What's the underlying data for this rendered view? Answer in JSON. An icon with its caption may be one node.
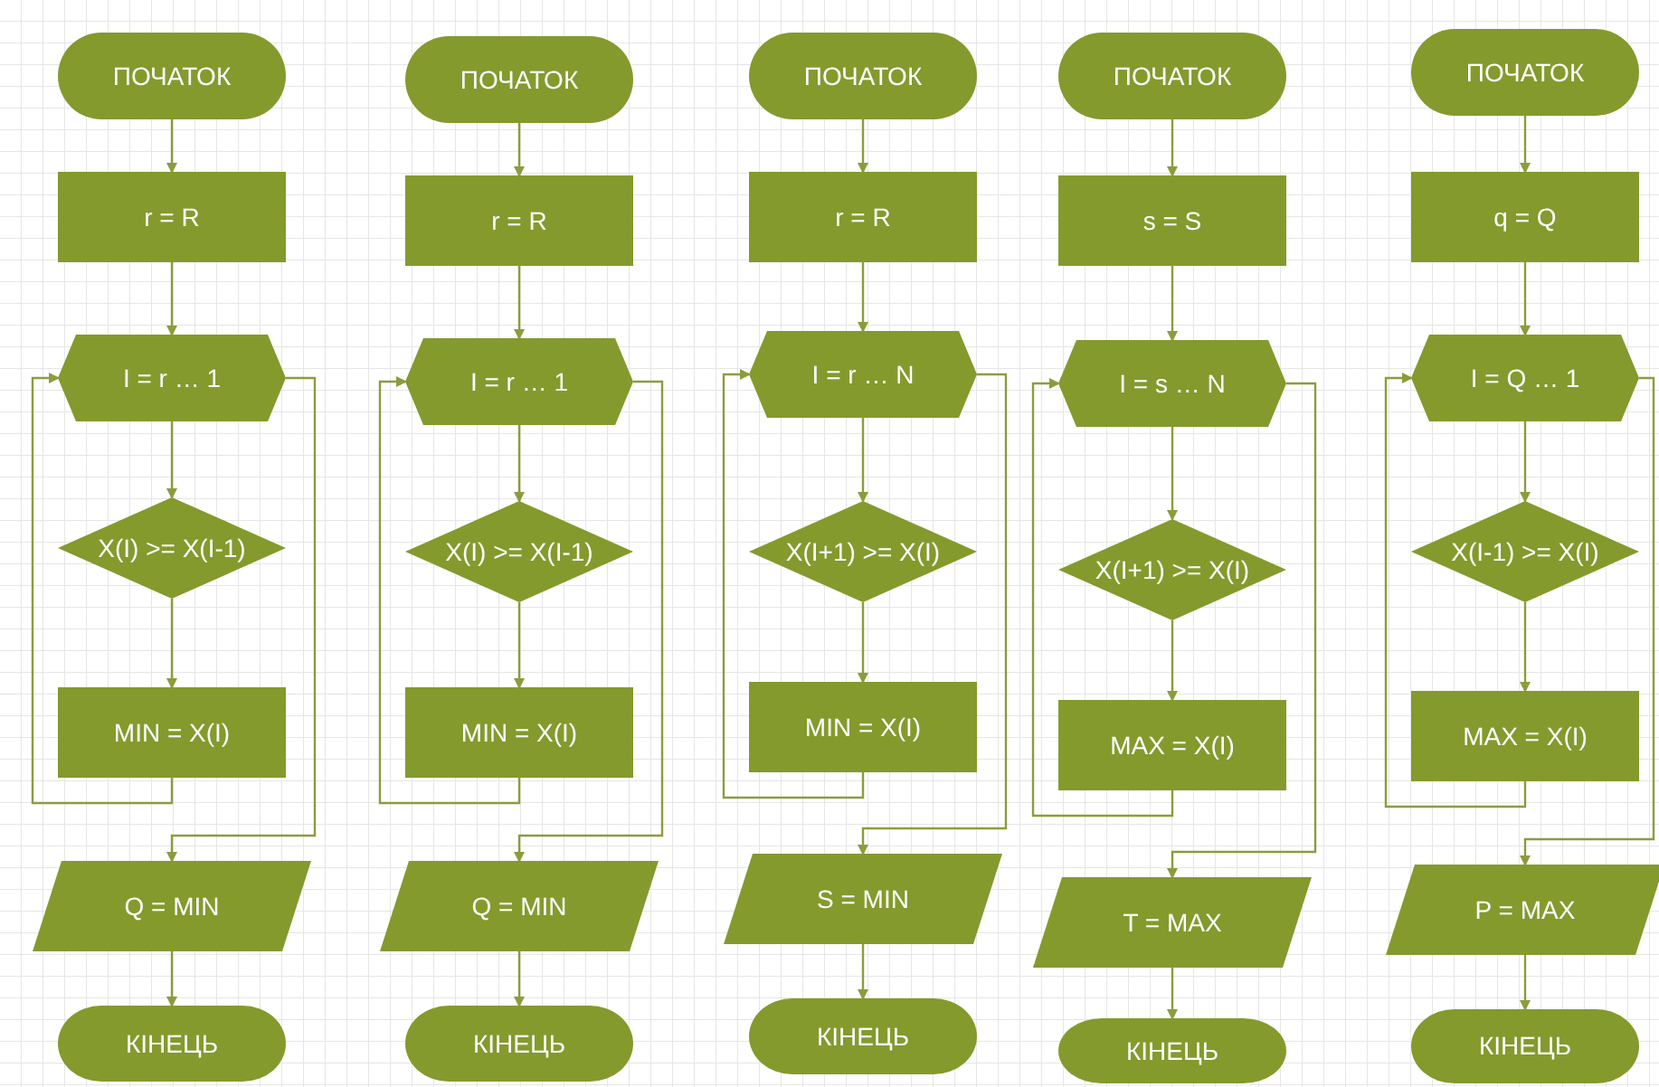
{
  "diagram": {
    "nodes": [
      {
        "text": [
          "ПОЧАТОК"
        ]
      },
      {
        "text": [
          "r = R"
        ]
      },
      {
        "text": [
          "I = r … 1"
        ]
      },
      {
        "text": [
          "X(I) >= X(I-1)"
        ]
      },
      {
        "text": [
          "MIN = X(I)"
        ]
      },
      {
        "text": [
          "Q = MIN"
        ]
      },
      {
        "text": [
          "КІНЕЦЬ"
        ]
      },
      {
        "text": [
          "ПОЧАТОК"
        ]
      },
      {
        "text": [
          "r = R"
        ]
      },
      {
        "text": [
          "I = r … 1"
        ]
      },
      {
        "text": [
          "X(I) >= X(I-1)"
        ]
      },
      {
        "text": [
          "MIN = X(I)"
        ]
      },
      {
        "text": [
          "Q = MIN"
        ]
      },
      {
        "text": [
          "КІНЕЦЬ"
        ]
      },
      {
        "text": [
          "ПОЧАТОК"
        ]
      },
      {
        "text": [
          "r = R"
        ]
      },
      {
        "text": [
          "I = r … N"
        ]
      },
      {
        "text": [
          "X(I+1) >= X(I)"
        ]
      },
      {
        "text": [
          "MIN = X(I)"
        ]
      },
      {
        "text": [
          "S = MIN"
        ]
      },
      {
        "text": [
          "КІНЕЦЬ"
        ]
      },
      {
        "text": [
          "ПОЧАТОК"
        ]
      },
      {
        "text": [
          "s = S"
        ]
      },
      {
        "text": [
          "I = s … N"
        ]
      },
      {
        "text": [
          "X(I+1) >= X(I)"
        ]
      },
      {
        "text": [
          "MAX = X(I)"
        ]
      },
      {
        "text": [
          "T = MAX"
        ]
      },
      {
        "text": [
          "КІНЕЦЬ"
        ]
      },
      {
        "text": [
          "ПОЧАТОК"
        ]
      },
      {
        "text": [
          "q = Q"
        ]
      },
      {
        "text": [
          "I = Q … 1"
        ]
      },
      {
        "text": [
          "X(I-1) >= X(I)"
        ]
      },
      {
        "text": [
          "MAX = X(I)"
        ]
      },
      {
        "text": [
          "P = MAX"
        ]
      },
      {
        "text": [
          "КІНЕЦЬ"
        ]
      }
    ],
    "edges": [
      {
        "from": 0,
        "to": 1,
        "arrow": "to"
      },
      {
        "from": 1,
        "to": 2,
        "arrow": "to"
      },
      {
        "from": 2,
        "to": 3,
        "arrow": "to"
      },
      {
        "from": 3,
        "to": 4,
        "arrow": "to"
      },
      {
        "from": 4,
        "to": 2,
        "arrow": "to"
      },
      {
        "from": 2,
        "to": 5,
        "arrow": "to"
      },
      {
        "from": 5,
        "to": 6,
        "arrow": "to"
      },
      {
        "from": 7,
        "to": 8,
        "arrow": "to"
      },
      {
        "from": 8,
        "to": 9,
        "arrow": "to"
      },
      {
        "from": 9,
        "to": 10,
        "arrow": "to"
      },
      {
        "from": 10,
        "to": 11,
        "arrow": "to"
      },
      {
        "from": 11,
        "to": 9,
        "arrow": "to"
      },
      {
        "from": 9,
        "to": 12,
        "arrow": "to"
      },
      {
        "from": 12,
        "to": 13,
        "arrow": "to"
      },
      {
        "from": 14,
        "to": 15,
        "arrow": "to"
      },
      {
        "from": 15,
        "to": 16,
        "arrow": "to"
      },
      {
        "from": 16,
        "to": 17,
        "arrow": "to"
      },
      {
        "from": 17,
        "to": 18,
        "arrow": "to"
      },
      {
        "from": 18,
        "to": 16,
        "arrow": "to"
      },
      {
        "from": 16,
        "to": 19,
        "arrow": "to"
      },
      {
        "from": 19,
        "to": 20,
        "arrow": "to"
      },
      {
        "from": 21,
        "to": 22,
        "arrow": "to"
      },
      {
        "from": 22,
        "to": 23,
        "arrow": "to"
      },
      {
        "from": 23,
        "to": 24,
        "arrow": "to"
      },
      {
        "from": 24,
        "to": 25,
        "arrow": "to"
      },
      {
        "from": 25,
        "to": 23,
        "arrow": "to"
      },
      {
        "from": 23,
        "to": 26,
        "arrow": "to"
      },
      {
        "from": 26,
        "to": 27,
        "arrow": "to"
      },
      {
        "from": 28,
        "to": 29,
        "arrow": "to"
      },
      {
        "from": 29,
        "to": 30,
        "arrow": "to"
      },
      {
        "from": 30,
        "to": 31,
        "arrow": "to"
      },
      {
        "from": 31,
        "to": 32,
        "arrow": "to"
      },
      {
        "from": 32,
        "to": 30,
        "arrow": "to"
      },
      {
        "from": 30,
        "to": 33,
        "arrow": "to"
      },
      {
        "from": 33,
        "to": 34,
        "arrow": "to"
      }
    ]
  }
}
